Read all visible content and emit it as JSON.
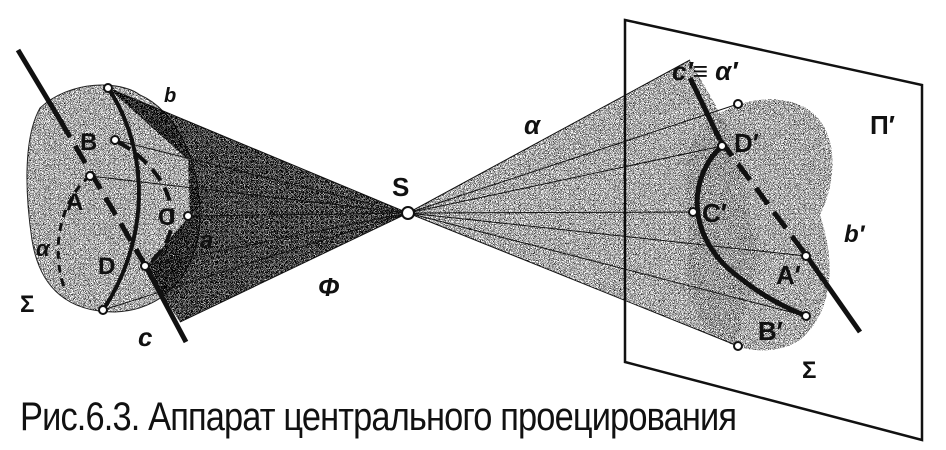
{
  "caption": "Рис.6.3. Аппарат центрального проецирования",
  "labels": {
    "S": "S",
    "A": "A",
    "B": "B",
    "C": "C",
    "D": "D",
    "a": "a",
    "b": "b",
    "c": "c",
    "alpha": "α",
    "sigma": "Σ",
    "phi": "Φ",
    "Ap": "A′",
    "Bp": "B′",
    "Cp": "C′",
    "Dp": "D′",
    "bp": "b′",
    "sigmap": "Σ",
    "cp_alphap": "c′≡ α′",
    "alpha_right": "α",
    "Pi": "Π′"
  },
  "colors": {
    "ink": "#111111",
    "paper": "#ffffff"
  }
}
